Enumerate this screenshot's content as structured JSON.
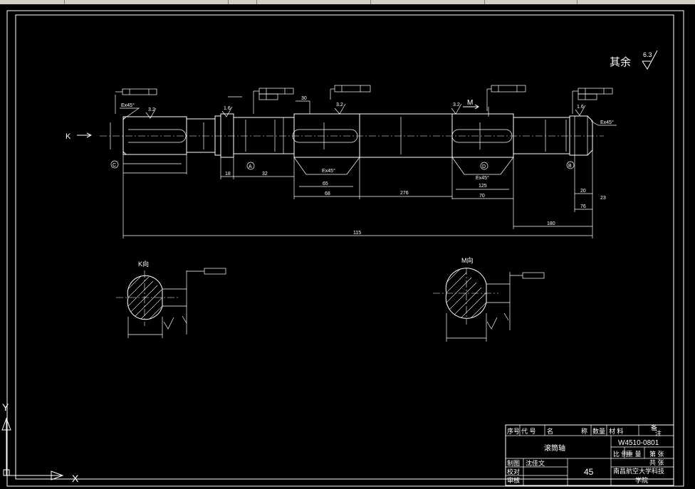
{
  "drawing": {
    "surface_finish_note": "其余",
    "surface_finish_value": "6.3",
    "view_k_label": "K",
    "view_m_label": "M",
    "section_k_title": "K向",
    "section_m_title": "M向",
    "datum_a": "A",
    "datum_b": "B",
    "datum_c": "C",
    "datum_d": "D",
    "chamfer": "Ex45°",
    "roughness_16": "1.6",
    "roughness_32": "3.2",
    "dim_total": "115",
    "dim_a": "32",
    "dim_b": "18",
    "dim_c": "30",
    "dim_d": "20",
    "dim_e": "23",
    "dim_f": "125",
    "dim_g": "276",
    "dim_h": "65",
    "dim_i": "68",
    "dim_j": "70",
    "dim_k": "76",
    "dim_l": "180"
  },
  "title_block": {
    "h_seq": "序号",
    "h_code": "代 号",
    "h_name": "名",
    "h_name2": "称",
    "h_qty": "数量",
    "h_material": "材 料",
    "h_remark": "备",
    "h_remark2": "注",
    "drawing_no": "W4510-0801",
    "part_name": "滚筒轴",
    "h_scale": "比 例",
    "h_weight": "重 量",
    "h_sheet": "第 张",
    "h_total": "共 张",
    "r_draw": "制图",
    "drafter": "沈佳文",
    "r_check": "校对",
    "r_approve": "审核",
    "material": "45",
    "school_line1": "南昌航空大学科技",
    "school_line2": "学院"
  },
  "ucs": {
    "x_label": "X",
    "y_label": "Y"
  }
}
